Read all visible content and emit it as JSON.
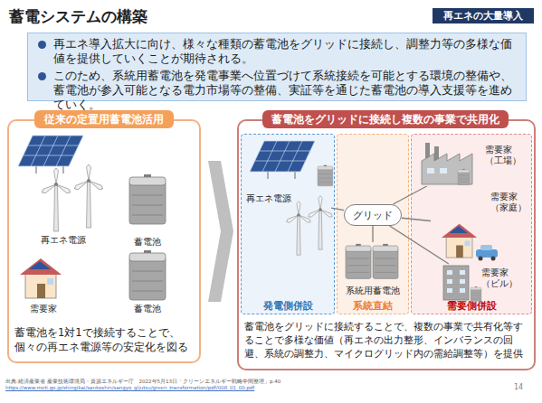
{
  "diagram": {
    "title": "蓄電システムの構築",
    "nodes": [
      {
        "text": [
          "再エネの大量導入"
        ]
      },
      {
        "text": [
          "再エネ導入拡大に向け、様々な種類の蓄電池をグリッドに接続し、調整力等の多様な価値を提供していくことが期待される。",
          "このため、系統用蓄電池を発電事業へ位置づけて系統接続を可能とする環境の整備や、蓄電池が参入可能となる電力市場等の整備、実証等を通じた蓄電池の導入支援等を進めていく。"
        ]
      },
      {
        "text": [
          "従来の定置用蓄電池活用",
          "蓄電池を1対1で接続することで、個々の再エネ電源等の安定化を図る"
        ]
      },
      {
        "text": [
          "再エネ電源"
        ],
        "in": 2
      },
      {
        "text": [
          "蓄電池"
        ],
        "in": 2
      },
      {
        "text": [
          "需要家"
        ],
        "in": 2
      },
      {
        "text": [
          "蓄電池"
        ],
        "in": 2
      },
      {
        "text": [
          "蓄電池をグリッドに接続し複数の事業で共用化",
          "蓄電池をグリッドに接続することで、複数の事業で共有化等することで多様な価値（再エネの出力整形、インバランスの回避、系統の調整力、マイクログリッド内の需給調整等）を提供"
        ]
      },
      {
        "text": [
          "発電側併設"
        ],
        "in": 7
      },
      {
        "text": [
          "再エネ電源"
        ],
        "in": 8
      },
      {
        "text": [
          "系統直結"
        ],
        "in": 7
      },
      {
        "text": [
          "グリッド"
        ],
        "in": 10
      },
      {
        "text": [
          "系統用蓄電池"
        ],
        "in": 10
      },
      {
        "text": [
          "需要側併設"
        ],
        "in": 7
      },
      {
        "text": [
          "需要家 （工場）"
        ],
        "in": 13
      },
      {
        "text": [
          "需要家 （家庭）"
        ],
        "in": 13
      },
      {
        "text": [
          "需要家 （ビル）"
        ],
        "in": 13
      }
    ],
    "edges": [
      {
        "from": 11,
        "to": 9,
        "arrow": "none"
      },
      {
        "from": 11,
        "to": 12,
        "arrow": "none"
      },
      {
        "from": 11,
        "to": 14,
        "arrow": "none"
      },
      {
        "from": 11,
        "to": 15,
        "arrow": "none"
      },
      {
        "from": 11,
        "to": 16,
        "arrow": "none"
      }
    ],
    "labels": [
      "出典:経済産業省 産業技術環境局・資源エネルギー庁　2022年5月13日「クリーンエネルギー戦略中間整理」p.40",
      "https://www.meti.go.jp/shingikai/sankoshin/sangyo_gijutsu/green_transformation/pdf/008_01_00.pdf",
      "14"
    ]
  }
}
